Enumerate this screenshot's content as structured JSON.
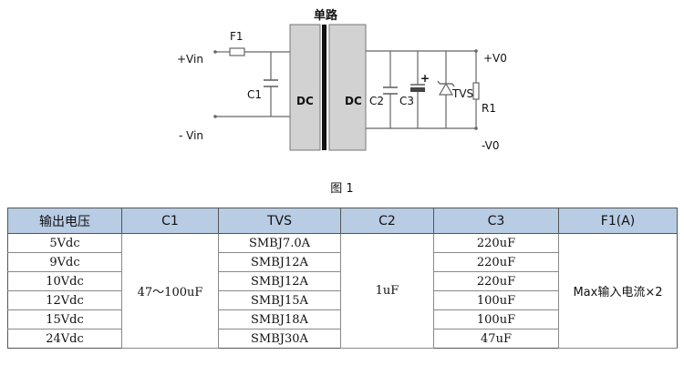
{
  "diagram": {
    "title": "单路",
    "labels": {
      "vin_pos": "+Vin",
      "vin_neg": "- Vin",
      "f1": "F1",
      "c1": "C1",
      "dc_in": "DC",
      "dc_out": "DC",
      "c2": "C2",
      "c3": "C3",
      "c3_pol": "+",
      "tvs": "TVS",
      "r1": "R1",
      "vo_pos": "+V0",
      "vo_neg": "-V0"
    },
    "caption": "图 1"
  },
  "table": {
    "headers": [
      "输出电压",
      "C1",
      "TVS",
      "C2",
      "C3",
      "F1(A)"
    ],
    "voltages": [
      "5Vdc",
      "9Vdc",
      "10Vdc",
      "12Vdc",
      "15Vdc",
      "24Vdc"
    ],
    "c1": "47～100uF",
    "tvs": [
      "SMBJ7.0A",
      "SMBJ12A",
      "SMBJ12A",
      "SMBJ15A",
      "SMBJ18A",
      "SMBJ30A"
    ],
    "c2": "1uF",
    "c3": [
      "220uF",
      "220uF",
      "220uF",
      "100uF",
      "100uF",
      "47uF"
    ],
    "f1": "Max输入电流×2"
  }
}
